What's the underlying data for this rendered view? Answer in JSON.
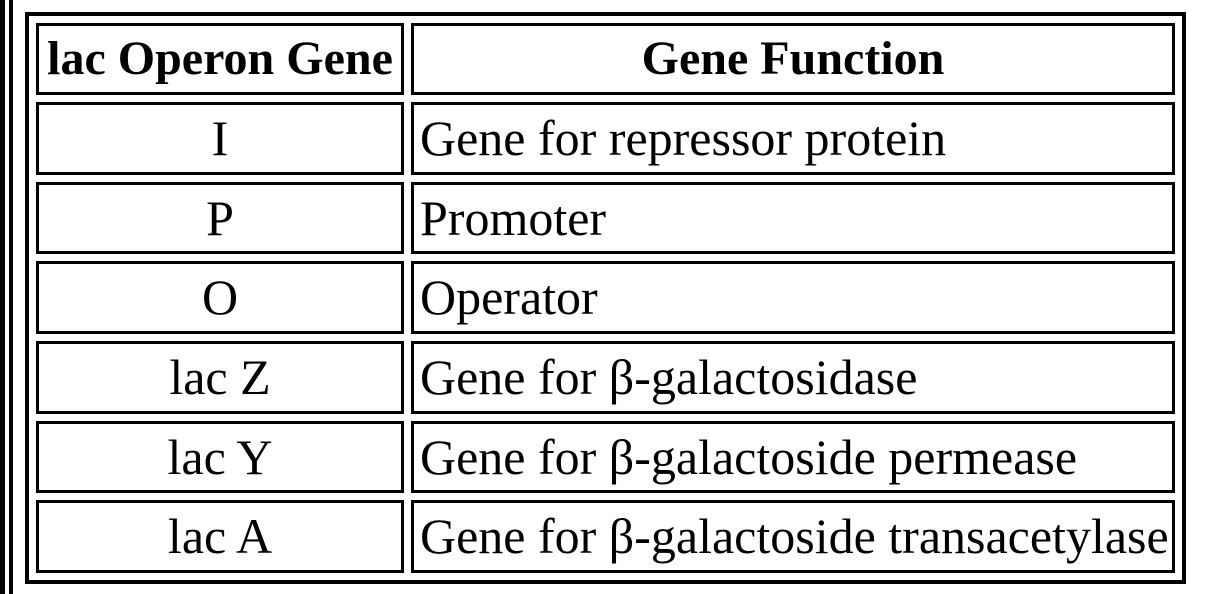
{
  "page": {
    "background_color": "#ffffff",
    "rule_color": "#000000",
    "border_color": "#000000",
    "text_color": "#000000"
  },
  "table": {
    "headers": [
      "lac Operon Gene",
      "Gene Function"
    ],
    "rows": [
      {
        "gene": "I",
        "function": "Gene for repressor protein"
      },
      {
        "gene": "P",
        "function": "Promoter"
      },
      {
        "gene": "O",
        "function": "Operator"
      },
      {
        "gene": "lac Z",
        "function": "Gene for β-galactosidase"
      },
      {
        "gene": "lac Y",
        "function": "Gene for β-galactoside permease"
      },
      {
        "gene": "lac A",
        "function": "Gene for β-galactoside transacetylase"
      }
    ]
  }
}
